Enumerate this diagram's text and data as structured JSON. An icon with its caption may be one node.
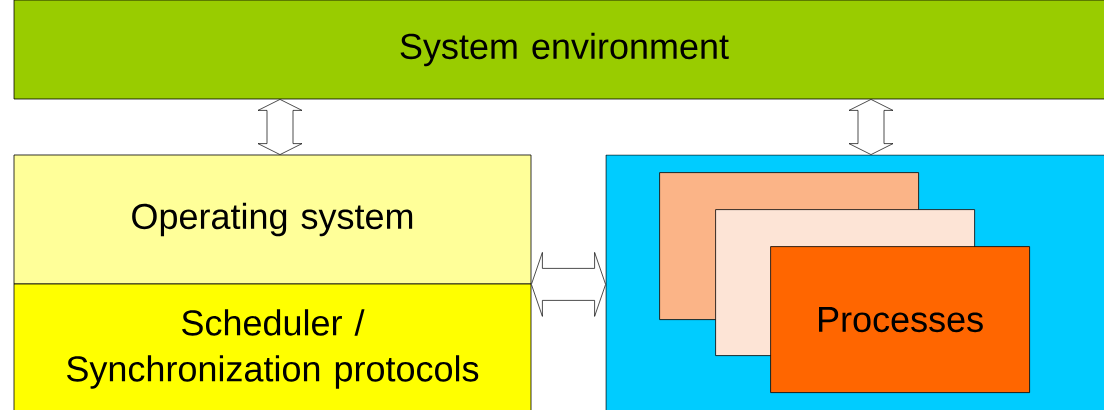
{
  "diagram": {
    "nodes": [
      {
        "text": [
          "System environment"
        ]
      },
      {
        "text": [
          "Operating system"
        ]
      },
      {
        "text": [
          "Scheduler / Synchronization protocols"
        ]
      },
      {
        "text": [],
        "shape": "box"
      },
      {
        "text": [],
        "shape": "box",
        "in": 3
      },
      {
        "text": [],
        "shape": "box",
        "in": 3
      },
      {
        "text": [
          "Processes"
        ],
        "in": 3
      }
    ],
    "edges": [
      {
        "from": 0,
        "to": 1,
        "arrow": "both"
      },
      {
        "from": 0,
        "to": 3,
        "arrow": "both"
      },
      {
        "from": 1,
        "to": 3,
        "arrow": "both"
      }
    ]
  }
}
